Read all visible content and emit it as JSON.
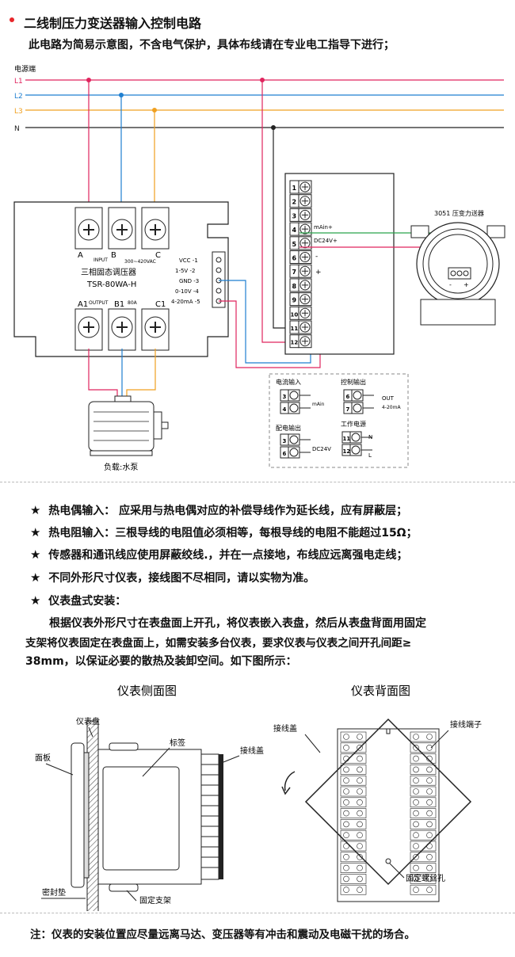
{
  "header": {
    "title": "二线制压力变送器输入控制电路",
    "intro": "此电路为简易示意图，不含电气保护，具体布线请在专业电工指导下进行；"
  },
  "power": {
    "label": "电源端",
    "lines": [
      {
        "name": "L1",
        "color": "#e0245e"
      },
      {
        "name": "L2",
        "color": "#1f7fd0"
      },
      {
        "name": "L3",
        "color": "#f0a020"
      },
      {
        "name": "N",
        "color": "#222222"
      }
    ]
  },
  "ssr": {
    "input_labels": [
      "A",
      "B",
      "C"
    ],
    "input_caption": "INPUT",
    "voltage": "300~420VAC",
    "name": "三相固态调压器",
    "model": "TSR-80WA-H",
    "output_labels": [
      "A1",
      "B1",
      "C1"
    ],
    "output_caption": "OUTPUT",
    "current": "80A",
    "ctrl_labels": [
      "VCC -1",
      "1-5V -2",
      "GND -3",
      "0-10V -4",
      "4-20mA -5"
    ]
  },
  "meter": {
    "terminals": [
      "1",
      "2",
      "3",
      "4",
      "5",
      "6",
      "7",
      "8",
      "9",
      "10",
      "11",
      "12"
    ],
    "t4_label": "mAin+",
    "t5_label": "DC24V+",
    "minus": "-",
    "plus": "+"
  },
  "transmitter": {
    "label": "3051 压变力送器",
    "minus": "-",
    "plus": "+"
  },
  "load": {
    "label": "负载:水泵"
  },
  "legend": {
    "current_in": {
      "title": "电流输入",
      "t": [
        "3",
        "4"
      ],
      "label": "mAin"
    },
    "ctrl_out": {
      "title": "控制输出",
      "t": [
        "6",
        "7"
      ],
      "label1": "OUT",
      "label2": "4-20mA"
    },
    "dist_out": {
      "title": "配电输出",
      "t": [
        "3",
        "6"
      ],
      "label": "DC24V"
    },
    "work_power": {
      "title": "工作电源",
      "t": [
        "11",
        "12"
      ],
      "label1": "N",
      "label2": "L"
    }
  },
  "notes": [
    "热电偶输入：  应采用与热电偶对应的补偿导线作为延长线，应有屏蔽层；",
    "热电阻输入：三根导线的电阻值必须相等，每根导线的电阻不能超过15Ω；",
    "传感器和通讯线应使用屏蔽绞线.，并在一点接地，布线应远离强电走线；",
    "不同外形尺寸仪表，接线图不尽相同，请以实物为准。",
    "仪表盘式安装："
  ],
  "install_text": [
    "根据仪表外形尺寸在表盘面上开孔，将仪表嵌入表盘，然后从表盘背面用固定",
    "支架将仪表固定在表盘面上，如需安装多台仪表，要求仪表与仪表之间开孔间距≥",
    "38mm，以保证必要的散热及装卸空间。如下图所示："
  ],
  "side_view": {
    "title": "仪表侧面图",
    "panel_plate": "仪表盘",
    "label_tag": "标签",
    "cover": "接线盖",
    "face_plate": "面板",
    "seal": "密封垫",
    "bracket": "固定支架"
  },
  "back_view": {
    "title": "仪表背面图",
    "cover": "接线盖",
    "terminal": "接线端子",
    "screw_hole": "固定螺丝孔"
  },
  "footer": "注：仪表的安装位置应尽量远离马达、变压器等有冲击和震动及电磁干扰的场合。"
}
